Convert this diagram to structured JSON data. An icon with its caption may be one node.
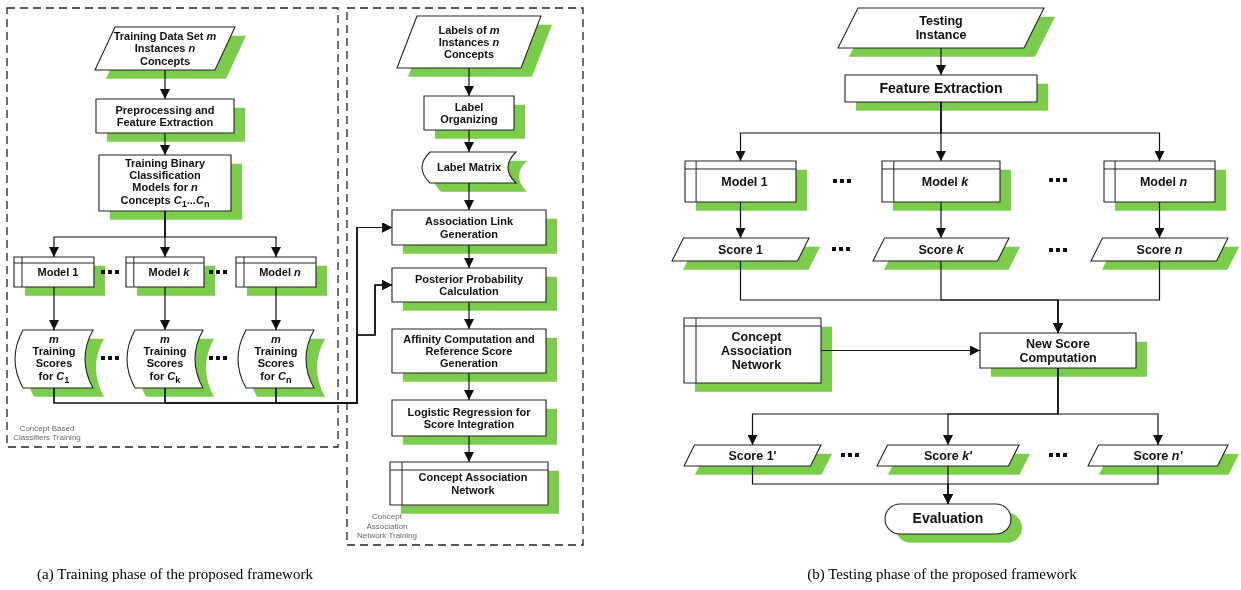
{
  "diagram": {
    "nodes": [
      {
        "text": [
          "Concept Based Classifiers Training"
        ]
      },
      {
        "text": [
          "Training Data Set *m* Instances *n* Concepts"
        ],
        "in": 0
      },
      {
        "text": [
          "Preprocessing and Feature Extraction"
        ],
        "in": 0
      },
      {
        "text": [
          "Training Binary Classification Models for *n* Concepts *C*$_{1}$...*C*$_{n}$"
        ],
        "in": 0
      },
      {
        "text": [
          "Model 1"
        ],
        "in": 0
      },
      {
        "text": [
          "Model *k*"
        ],
        "in": 0
      },
      {
        "text": [
          "Model *n*"
        ],
        "in": 0
      },
      {
        "text": [
          "*m* Training Scores for *C*$_{1}$"
        ],
        "in": 0
      },
      {
        "text": [
          "*m* Training Scores for *C*$_{k}$"
        ],
        "in": 0
      },
      {
        "text": [
          "*m* Training Scores for *C*$_{n}$"
        ],
        "in": 0
      },
      {
        "text": [
          "Concept Association Network Training"
        ]
      },
      {
        "text": [
          "Labels of *m* Instances *n* Concepts"
        ],
        "in": 10
      },
      {
        "text": [
          "Label Organizing"
        ],
        "in": 10
      },
      {
        "text": [
          "Label Matrix"
        ],
        "in": 10
      },
      {
        "text": [
          "Association Link Generation"
        ],
        "in": 10
      },
      {
        "text": [
          "Posterior Probability Calculation"
        ],
        "in": 10
      },
      {
        "text": [
          "Affinity Computation and Reference Score Generation"
        ],
        "in": 10
      },
      {
        "text": [
          "Logistic Regression for Score Integration"
        ],
        "in": 10
      },
      {
        "text": [
          "Concept Association Network"
        ],
        "in": 10
      },
      {
        "text": [
          "Testing Instance"
        ]
      },
      {
        "text": [
          "Feature Extraction"
        ]
      },
      {
        "text": [
          "Model 1"
        ]
      },
      {
        "text": [
          "Model *k*"
        ]
      },
      {
        "text": [
          "Model *n*"
        ]
      },
      {
        "text": [
          "Score 1"
        ]
      },
      {
        "text": [
          "Score *k*"
        ]
      },
      {
        "text": [
          "Score *n*"
        ]
      },
      {
        "text": [
          "Concept Association Network"
        ]
      },
      {
        "text": [
          "New Score Computation"
        ]
      },
      {
        "text": [
          "Score 1'"
        ]
      },
      {
        "text": [
          "Score *k'*"
        ]
      },
      {
        "text": [
          "Score *n'*"
        ]
      },
      {
        "text": [
          "Evaluation"
        ]
      }
    ],
    "edges": [
      {
        "from": 1,
        "to": 2,
        "arrow": "to"
      },
      {
        "from": 2,
        "to": 3,
        "arrow": "to"
      },
      {
        "from": 3,
        "to": 4,
        "arrow": "to"
      },
      {
        "from": 3,
        "to": 5,
        "arrow": "to"
      },
      {
        "from": 3,
        "to": 6,
        "arrow": "to"
      },
      {
        "from": 4,
        "to": 7,
        "arrow": "to"
      },
      {
        "from": 5,
        "to": 8,
        "arrow": "to"
      },
      {
        "from": 6,
        "to": 9,
        "arrow": "to"
      },
      {
        "from": 7,
        "to": 14,
        "arrow": "to"
      },
      {
        "from": 8,
        "to": 14,
        "arrow": "to"
      },
      {
        "from": 9,
        "to": 14,
        "arrow": "to"
      },
      {
        "from": 7,
        "to": 15,
        "arrow": "to"
      },
      {
        "from": 8,
        "to": 15,
        "arrow": "to"
      },
      {
        "from": 9,
        "to": 15,
        "arrow": "to"
      },
      {
        "from": 11,
        "to": 12,
        "arrow": "to"
      },
      {
        "from": 12,
        "to": 13,
        "arrow": "to"
      },
      {
        "from": 13,
        "to": 14,
        "arrow": "to"
      },
      {
        "from": 14,
        "to": 15,
        "arrow": "to"
      },
      {
        "from": 15,
        "to": 16,
        "arrow": "to"
      },
      {
        "from": 16,
        "to": 17,
        "arrow": "to"
      },
      {
        "from": 17,
        "to": 18,
        "arrow": "to"
      },
      {
        "from": 19,
        "to": 20,
        "arrow": "to"
      },
      {
        "from": 20,
        "to": 21,
        "arrow": "to"
      },
      {
        "from": 20,
        "to": 22,
        "arrow": "to"
      },
      {
        "from": 20,
        "to": 23,
        "arrow": "to"
      },
      {
        "from": 21,
        "to": 24,
        "arrow": "to"
      },
      {
        "from": 22,
        "to": 25,
        "arrow": "to"
      },
      {
        "from": 23,
        "to": 26,
        "arrow": "to"
      },
      {
        "from": 24,
        "to": 28,
        "arrow": "to"
      },
      {
        "from": 25,
        "to": 28,
        "arrow": "to"
      },
      {
        "from": 26,
        "to": 28,
        "arrow": "to"
      },
      {
        "from": 27,
        "to": 28,
        "arrow": "to"
      },
      {
        "from": 28,
        "to": 29,
        "arrow": "to"
      },
      {
        "from": 28,
        "to": 30,
        "arrow": "to"
      },
      {
        "from": 28,
        "to": 31,
        "arrow": "to"
      },
      {
        "from": 29,
        "to": 32,
        "arrow": "to"
      },
      {
        "from": 30,
        "to": 32,
        "arrow": "to"
      },
      {
        "from": 31,
        "to": 32,
        "arrow": "to"
      }
    ],
    "labels": [
      "(a) Training phase of the proposed framework",
      "(b) Testing phase of the proposed framework"
    ]
  }
}
